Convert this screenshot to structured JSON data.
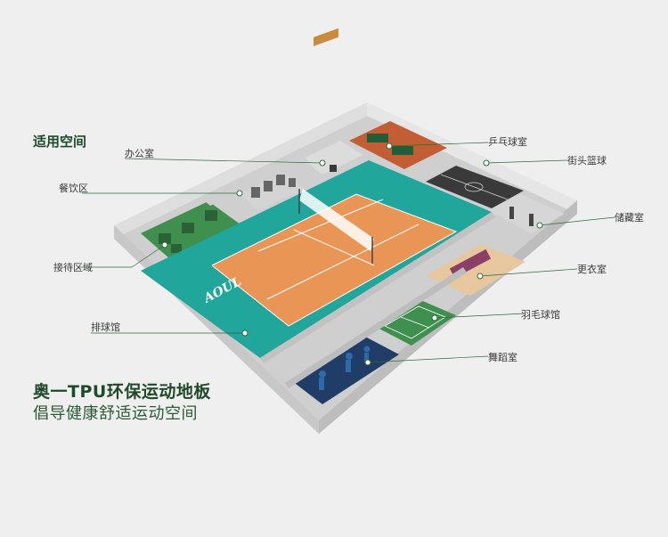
{
  "section_title": "适用空间",
  "headline": "奥一TPU环保运动地板",
  "subline": "倡导健康舒适运动空间",
  "court_brand_text": "AOUL",
  "labels": {
    "office": "办公室",
    "dining": "餐饮区",
    "reception": "接待区域",
    "volleyball": "排球馆",
    "table_tennis": "乒乓球室",
    "street_basketball": "街头篮球",
    "storage": "储藏室",
    "locker": "更衣室",
    "badminton": "羽毛球馆",
    "dance": "舞蹈室"
  },
  "colors": {
    "background": "#efefef",
    "wall": "#d9d9d9",
    "wall_side": "#b9b9b9",
    "teal_floor": "#20a69a",
    "orange_court": "#e99556",
    "green_floor": "#3f8f4f",
    "dark_floor": "#3a3a3a",
    "rust_floor": "#c35d33",
    "navy_floor": "#1f3d66",
    "accent_green": "#2f6a3c"
  }
}
